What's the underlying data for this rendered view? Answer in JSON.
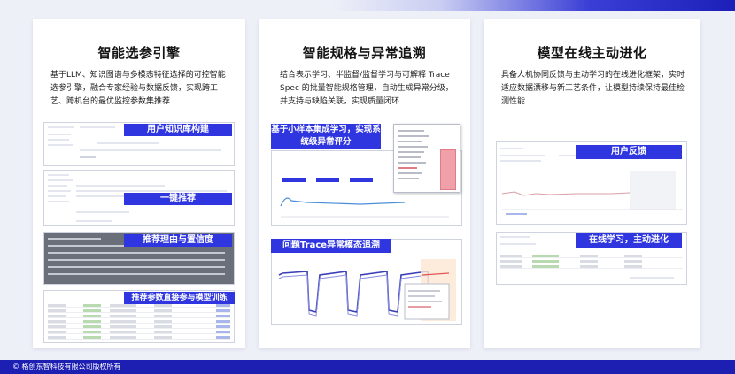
{
  "footer": {
    "copyright": "© 格创东智科技有限公司版权所有"
  },
  "cards": [
    {
      "title": "智能选参引擎",
      "description": "基于LLM、知识图谱与多模态特征选择的可控智能选参引擎，融合专家经验与数据反馈，实现跨工艺、跨机台的最优监控参数集推荐",
      "banners": [
        "用户知识库构建",
        "一键推荐",
        "推荐理由与置信度",
        "推荐参数直接参与模型训练"
      ]
    },
    {
      "title": "智能规格与异常追溯",
      "description": "结合表示学习、半监督/监督学习与可解释 Trace Spec 的批量智能规格管理，自动生成异常分级，并支持与缺陷关联，实现质量闭环",
      "banners": [
        "基于小样本集成学习，实现系统级异常评分",
        "问题Trace异常模态追溯"
      ]
    },
    {
      "title": "模型在线主动进化",
      "description": "具备人机协同反馈与主动学习的在线进化框架，实时适应数据漂移与新工艺条件，让模型持续保持最佳检测性能",
      "banners": [
        "用户反馈",
        "在线学习，主动进化"
      ]
    }
  ],
  "colors": {
    "accent": "#2f36e0",
    "footer": "#1d1fb3",
    "anomaly": "#f0a0a8"
  }
}
